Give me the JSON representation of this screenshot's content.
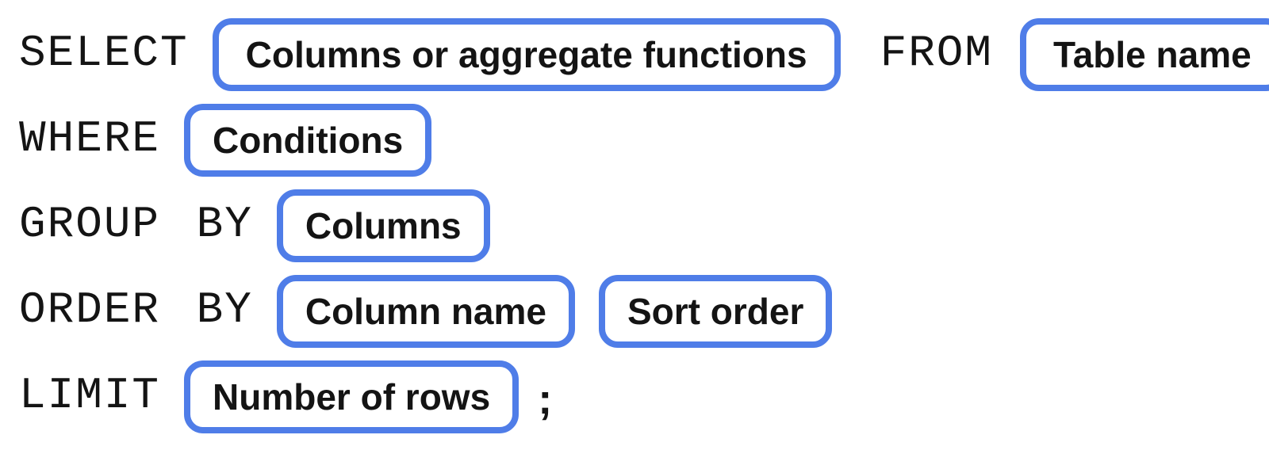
{
  "colors": {
    "accent": "#4f7de8",
    "text": "#141414",
    "background": "#ffffff"
  },
  "rows": [
    {
      "keyword": "SELECT",
      "pill1": "Columns or aggregate functions",
      "keyword2": "FROM",
      "pill2": "Table name"
    },
    {
      "keyword": "WHERE",
      "pill1": "Conditions"
    },
    {
      "keyword": "GROUP BY",
      "pill1": "Columns"
    },
    {
      "keyword": "ORDER BY",
      "pill1": "Column name",
      "pill2": "Sort order"
    },
    {
      "keyword": "LIMIT",
      "pill1": "Number of rows",
      "terminator": ";"
    }
  ]
}
